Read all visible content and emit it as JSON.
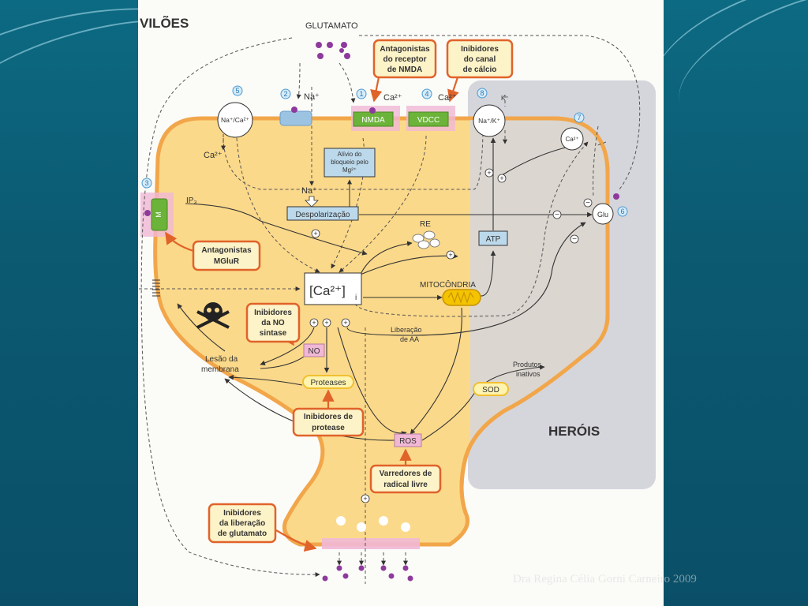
{
  "title_villains": "VILÕES",
  "title_heroes": "HERÓIS",
  "glutamato": "GLUTAMATO",
  "boxes": {
    "antag_nmda": [
      "Antagonistas",
      "do receptor",
      "de NMDA"
    ],
    "inib_canal": [
      "Inibidores",
      "do canal",
      "de cálcio"
    ],
    "antag_mglur": [
      "Antagonistas",
      "MGluR"
    ],
    "inib_no": [
      "Inibidores",
      "da NO",
      "sintase"
    ],
    "inib_protease": [
      "Inibidores de",
      "protease"
    ],
    "varredores": [
      "Varredores de",
      "radical livre"
    ],
    "inib_liberacao": [
      "Inibidores",
      "da liberação",
      "de glutamato"
    ]
  },
  "labels": {
    "nmda": "NMDA",
    "vdcc": "VDCC",
    "na_ca": "Na⁺/Ca²⁺",
    "na_k": "Na⁺/K⁺",
    "na_plus": "Na⁺",
    "na_plus2": "Na⁺",
    "ca_top1": "Ca²⁺",
    "ca_top2": "Ca²⁺",
    "ca_left": "Ca²⁺",
    "ca_right": "Ca²⁺",
    "k_plus": "K⁺",
    "alivio": [
      "Alívio do",
      "bloqueio pelo",
      "Mg²⁺"
    ],
    "despolarizacao": "Despolarização",
    "ip3": "IP₃",
    "m": "M",
    "re": "RE",
    "atp": "ATP",
    "ca_i_main": "[Ca²⁺]",
    "ca_i_sub": "i",
    "mitocondria": "MITOCÔNDRIA",
    "liberacao_aa": [
      "Liberação",
      "de AA"
    ],
    "no": "NO",
    "lesao": [
      "Lesão da",
      "membrana"
    ],
    "proteases": "Proteases",
    "produtos": [
      "Produtos",
      "inativos"
    ],
    "sod": "SOD",
    "ros": "ROS",
    "glu": "Glu"
  },
  "numbers": [
    "1",
    "2",
    "3",
    "4",
    "5",
    "6",
    "7",
    "8"
  ],
  "signs": {
    "plus": "+",
    "minus": "−"
  },
  "credit": "Dra Regina Célia Gorni Carneiro 2009",
  "colors": {
    "cell_fill": "#fbd98a",
    "cell_stroke": "#f0a84a",
    "heroes_bg": "#d5d5dc",
    "box_stroke": "#e0632a",
    "purple": "#8e3a9c",
    "blue_box": "#bcd9ec",
    "green": "#6cb33a",
    "yellow": "#f5d04a"
  }
}
